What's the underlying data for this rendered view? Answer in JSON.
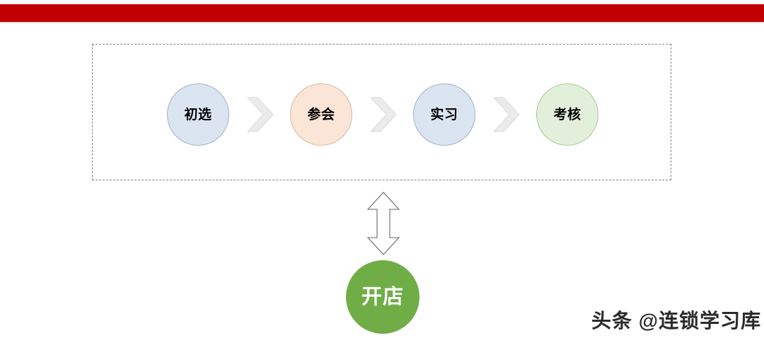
{
  "banner": {
    "color": "#c00000"
  },
  "process_group": {
    "border_color": "#808080",
    "stages": [
      {
        "label": "初选",
        "fill": "#dbe5f1",
        "stroke": "#9fb0c9",
        "icon": "stage-circle-icon"
      },
      {
        "label": "参会",
        "fill": "#fbe5d6",
        "stroke": "#d9b89e",
        "icon": "stage-circle-icon"
      },
      {
        "label": "实习",
        "fill": "#dbe5f1",
        "stroke": "#9fb0c9",
        "icon": "stage-circle-icon"
      },
      {
        "label": "考核",
        "fill": "#e2efda",
        "stroke": "#a9c79a",
        "icon": "stage-circle-icon"
      }
    ],
    "separators": [
      {
        "icon": "chevron-right-icon",
        "fill": "#ebebeb",
        "stroke": "#d9d9d9"
      },
      {
        "icon": "chevron-right-icon",
        "fill": "#ebebeb",
        "stroke": "#d9d9d9"
      },
      {
        "icon": "chevron-right-icon",
        "fill": "#ebebeb",
        "stroke": "#d9d9d9"
      }
    ]
  },
  "connector": {
    "icon": "double-headed-vertical-arrow-icon",
    "fill": "#ffffff",
    "stroke": "#808080"
  },
  "result": {
    "label": "开店",
    "fill": "#70ad47",
    "text_color": "#ffffff",
    "icon": "result-circle-icon"
  },
  "watermark": {
    "text": "头条 @连锁学习库",
    "color": "#2b2b2b"
  }
}
